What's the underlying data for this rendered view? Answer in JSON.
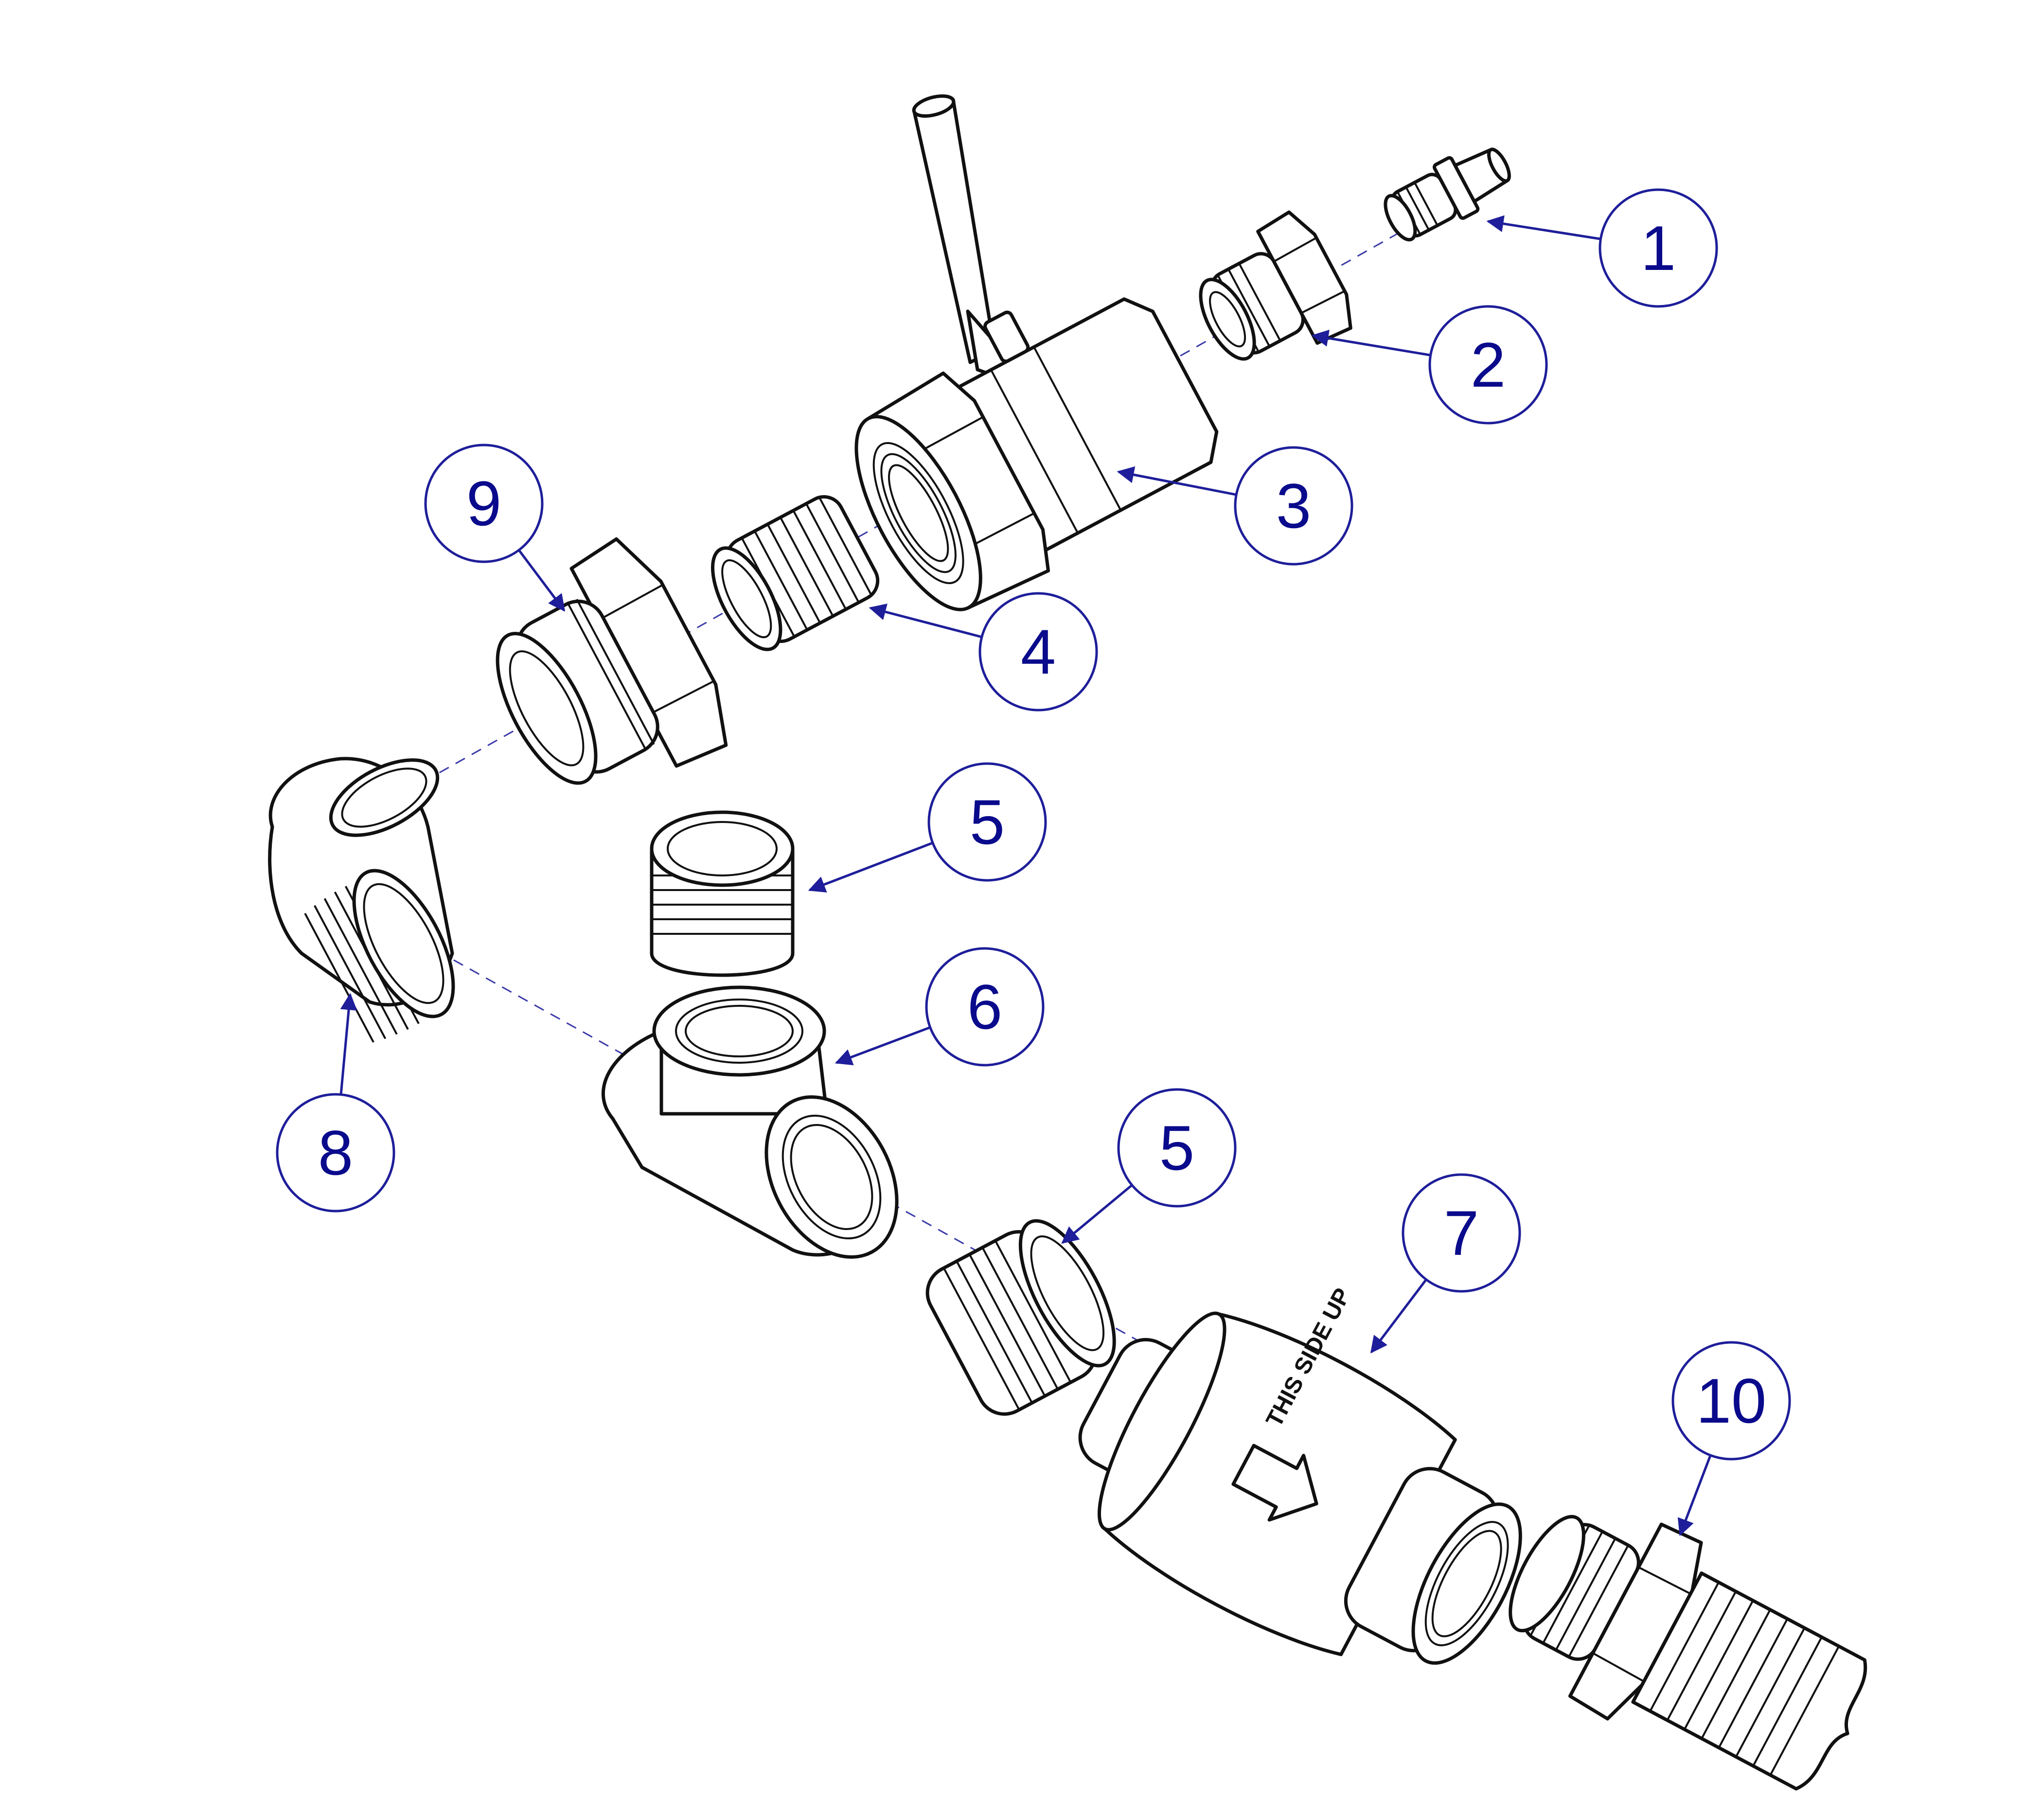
{
  "callouts": [
    {
      "id": "c1",
      "label": "1"
    },
    {
      "id": "c2",
      "label": "2"
    },
    {
      "id": "c3",
      "label": "3"
    },
    {
      "id": "c4",
      "label": "4"
    },
    {
      "id": "c5a",
      "label": "5"
    },
    {
      "id": "c6",
      "label": "6"
    },
    {
      "id": "c5b",
      "label": "5"
    },
    {
      "id": "c7",
      "label": "7"
    },
    {
      "id": "c8",
      "label": "8"
    },
    {
      "id": "c9",
      "label": "9"
    },
    {
      "id": "c10",
      "label": "10"
    }
  ],
  "check_valve": {
    "marking": "THIS SIDE UP"
  },
  "colors": {
    "callout": "#1e1e9a",
    "line": "#111111",
    "centerline": "#3a3aa8"
  }
}
